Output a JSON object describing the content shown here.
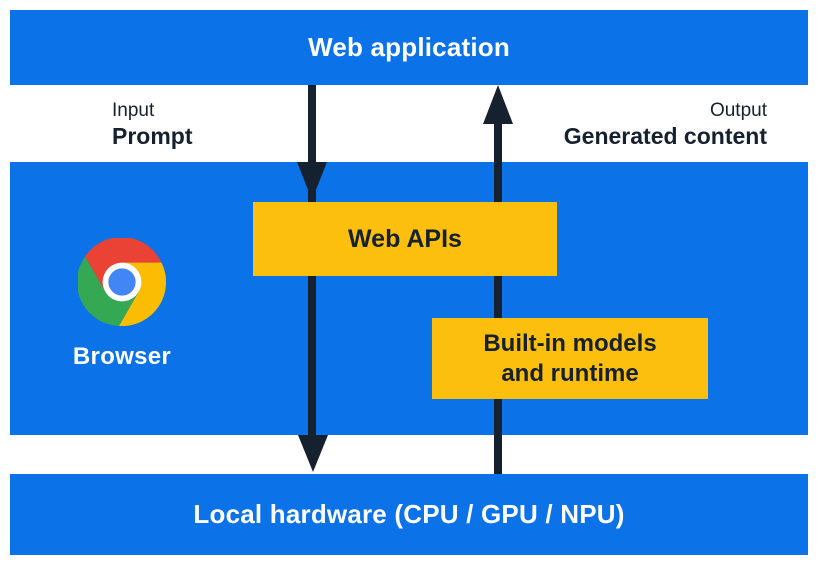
{
  "colors": {
    "section_blue": "#0b72e8",
    "box_yellow": "#fcbf0e",
    "ink_navy": "#16212f",
    "chrome_red": "#ea4335",
    "chrome_yellow": "#fbbc04",
    "chrome_green": "#34a853",
    "chrome_blue": "#4285f4"
  },
  "top_bar": {
    "label": "Web application"
  },
  "flow_labels": {
    "input": {
      "title": "Input",
      "value": "Prompt"
    },
    "output": {
      "title": "Output",
      "value": "Generated content"
    }
  },
  "browser_section": {
    "label": "Browser",
    "logo_icon": "chrome-logo-icon",
    "web_apis_box": {
      "label": "Web APIs"
    },
    "builtin_box": {
      "line1": "Built-in models",
      "line2": "and runtime"
    }
  },
  "bottom_bar": {
    "label": "Local hardware (CPU / GPU / NPU)"
  }
}
